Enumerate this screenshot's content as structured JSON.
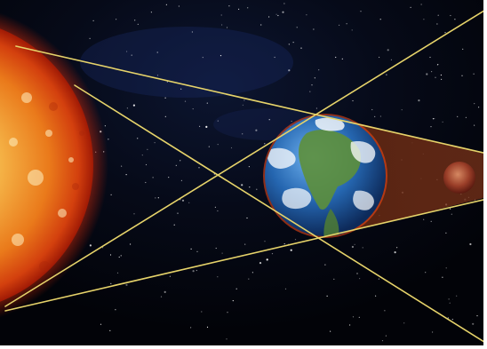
{
  "scene": {
    "subject": "lunar-eclipse-geometry",
    "bodies": [
      "sun",
      "earth",
      "moon"
    ],
    "colors": {
      "space": "#04060b",
      "sun_core": "#f7c66a",
      "sun_edge": "#b91e06",
      "earth_ocean": "#1e5fa6",
      "earth_land": "#5b8a3a",
      "moon": "#a64a32",
      "shadow_cone": "#6e2a12",
      "rays": "#e6d36a"
    }
  }
}
